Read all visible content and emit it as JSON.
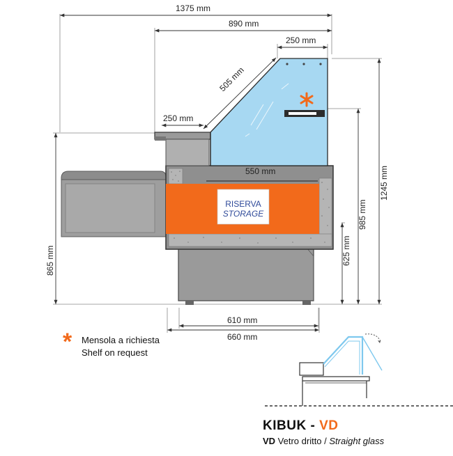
{
  "colors": {
    "orange": "#f26a1b",
    "glass": "#a7d8f2",
    "grey_body": "#9b9b9b",
    "grey_dark": "#4a4a4a",
    "storage_text": "#2f4a9a"
  },
  "dimensions": {
    "total_width": "1375 mm",
    "top_width": "890 mm",
    "glass_top": "250 mm",
    "glass_slope": "505 mm",
    "shelf_width": "250 mm",
    "inner_width": "550 mm",
    "total_height": "1245 mm",
    "counter_height": "985 mm",
    "base_height": "625 mm",
    "side_height": "865 mm",
    "base_width": "610 mm",
    "depth_width": "660 mm"
  },
  "storage_label": {
    "line1": "RISERVA",
    "line2": "STORAGE"
  },
  "shelf_note": {
    "icon": "asterisk-icon",
    "line1": "Mensola a richiesta",
    "line2": "Shelf on request"
  },
  "model": {
    "name": "KIBUK - ",
    "code": "VD",
    "sub_code": "VD",
    "sub_it": " Vetro dritto / ",
    "sub_en": "Straight glass"
  }
}
